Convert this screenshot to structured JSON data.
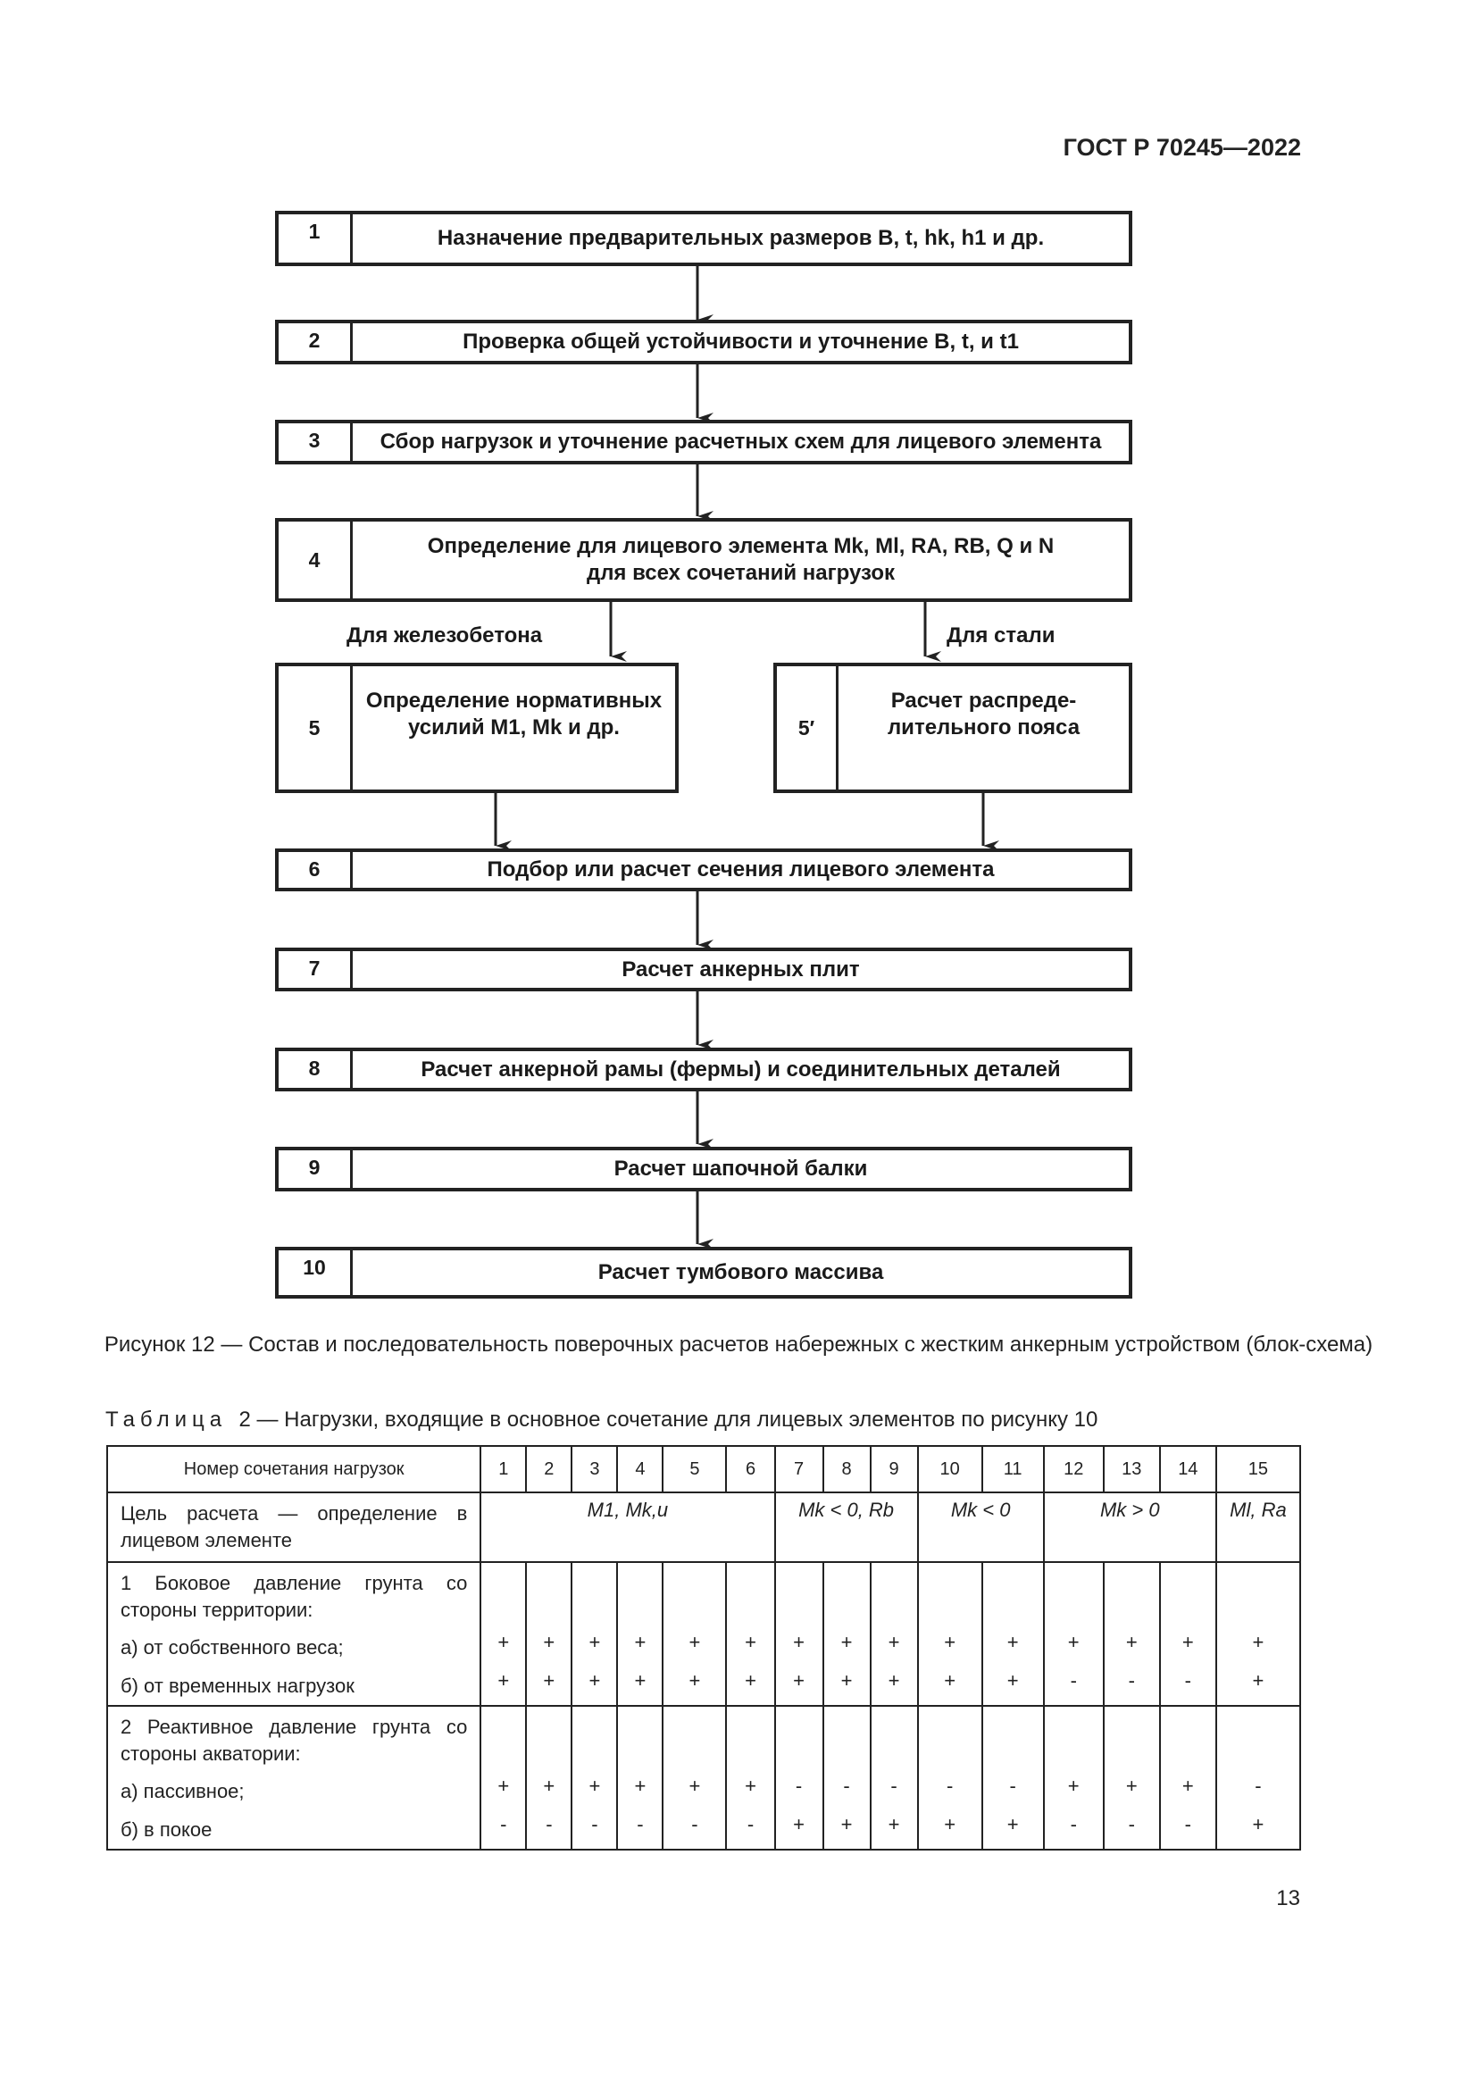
{
  "header": "ГОСТ Р 70245—2022",
  "flow": {
    "b1": {
      "num": "1",
      "text": "Назначение предварительных размеров B, t, hk, h1 и др."
    },
    "b2": {
      "num": "2",
      "text": "Проверка общей устойчивости и уточнение B, t, и t1"
    },
    "b3": {
      "num": "3",
      "text": "Сбор нагрузок и уточнение расчетных схем для лицевого элемента"
    },
    "b4": {
      "num": "4",
      "text_l1": "Определение для лицевого элемента Mk, Ml, RA, RB, Q и N",
      "text_l2": "для всех сочетаний нагрузок"
    },
    "branch_left": "Для железобетона",
    "branch_right": "Для стали",
    "b5": {
      "num": "5",
      "text_l1": "Определение нормативных",
      "text_l2": "усилий M1, Mk и др."
    },
    "b5p": {
      "num": "5′",
      "text_l1": "Расчет распреде-",
      "text_l2": "лительного пояса"
    },
    "b6": {
      "num": "6",
      "text": "Подбор или расчет сечения лицевого элемента"
    },
    "b7": {
      "num": "7",
      "text": "Расчет анкерных плит"
    },
    "b8": {
      "num": "8",
      "text": "Расчет анкерной рамы (фермы) и соединительных деталей"
    },
    "b9": {
      "num": "9",
      "text": "Расчет шапочной балки"
    },
    "b10": {
      "num": "10",
      "text": "Расчет тумбового массива"
    }
  },
  "caption": "Рисунок 12 — Состав и последовательность поверочных расчетов набережных с жестким анкерным устройством (блок-схема)",
  "table_caption": {
    "prefix": "Таблица",
    "text": "2 — Нагрузки, входящие в основное сочетание для лицевых элементов по рисунку 10"
  },
  "table": {
    "header_label": "Номер сочетания нагрузок",
    "columns": [
      "1",
      "2",
      "3",
      "4",
      "5",
      "6",
      "7",
      "8",
      "9",
      "10",
      "11",
      "12",
      "13",
      "14",
      "15"
    ],
    "purpose_label": "Цель расчета — определение в лицевом элементе",
    "purpose_groups": [
      {
        "text": "M1, Mk,u",
        "span": 6
      },
      {
        "text": "Mk < 0, Rb",
        "span": 3
      },
      {
        "text": "Mk < 0",
        "span": 2
      },
      {
        "text": "Mk > 0",
        "span": 3
      },
      {
        "text": "Ml, Ra",
        "span": 1
      }
    ],
    "group1": {
      "title": "1 Боковое давление грунта со стороны территории:",
      "rows": [
        {
          "label": "а) от собственного веса;",
          "values": [
            "+",
            "+",
            "+",
            "+",
            "+",
            "+",
            "+",
            "+",
            "+",
            "+",
            "+",
            "+",
            "+",
            "+",
            "+"
          ]
        },
        {
          "label": "б) от временных нагрузок",
          "values": [
            "+",
            "+",
            "+",
            "+",
            "+",
            "+",
            "+",
            "+",
            "+",
            "+",
            "+",
            "-",
            "-",
            "-",
            "+"
          ]
        }
      ]
    },
    "group2": {
      "title": "2 Реактивное давление грунта со стороны акватории:",
      "rows": [
        {
          "label": "а) пассивное;",
          "values": [
            "+",
            "+",
            "+",
            "+",
            "+",
            "+",
            "-",
            "-",
            "-",
            "-",
            "-",
            "+",
            "+",
            "+",
            "-"
          ]
        },
        {
          "label": "б) в покое",
          "values": [
            "-",
            "-",
            "-",
            "-",
            "-",
            "-",
            "+",
            "+",
            "+",
            "+",
            "+",
            "-",
            "-",
            "-",
            "+"
          ]
        }
      ]
    }
  },
  "page_number": "13"
}
